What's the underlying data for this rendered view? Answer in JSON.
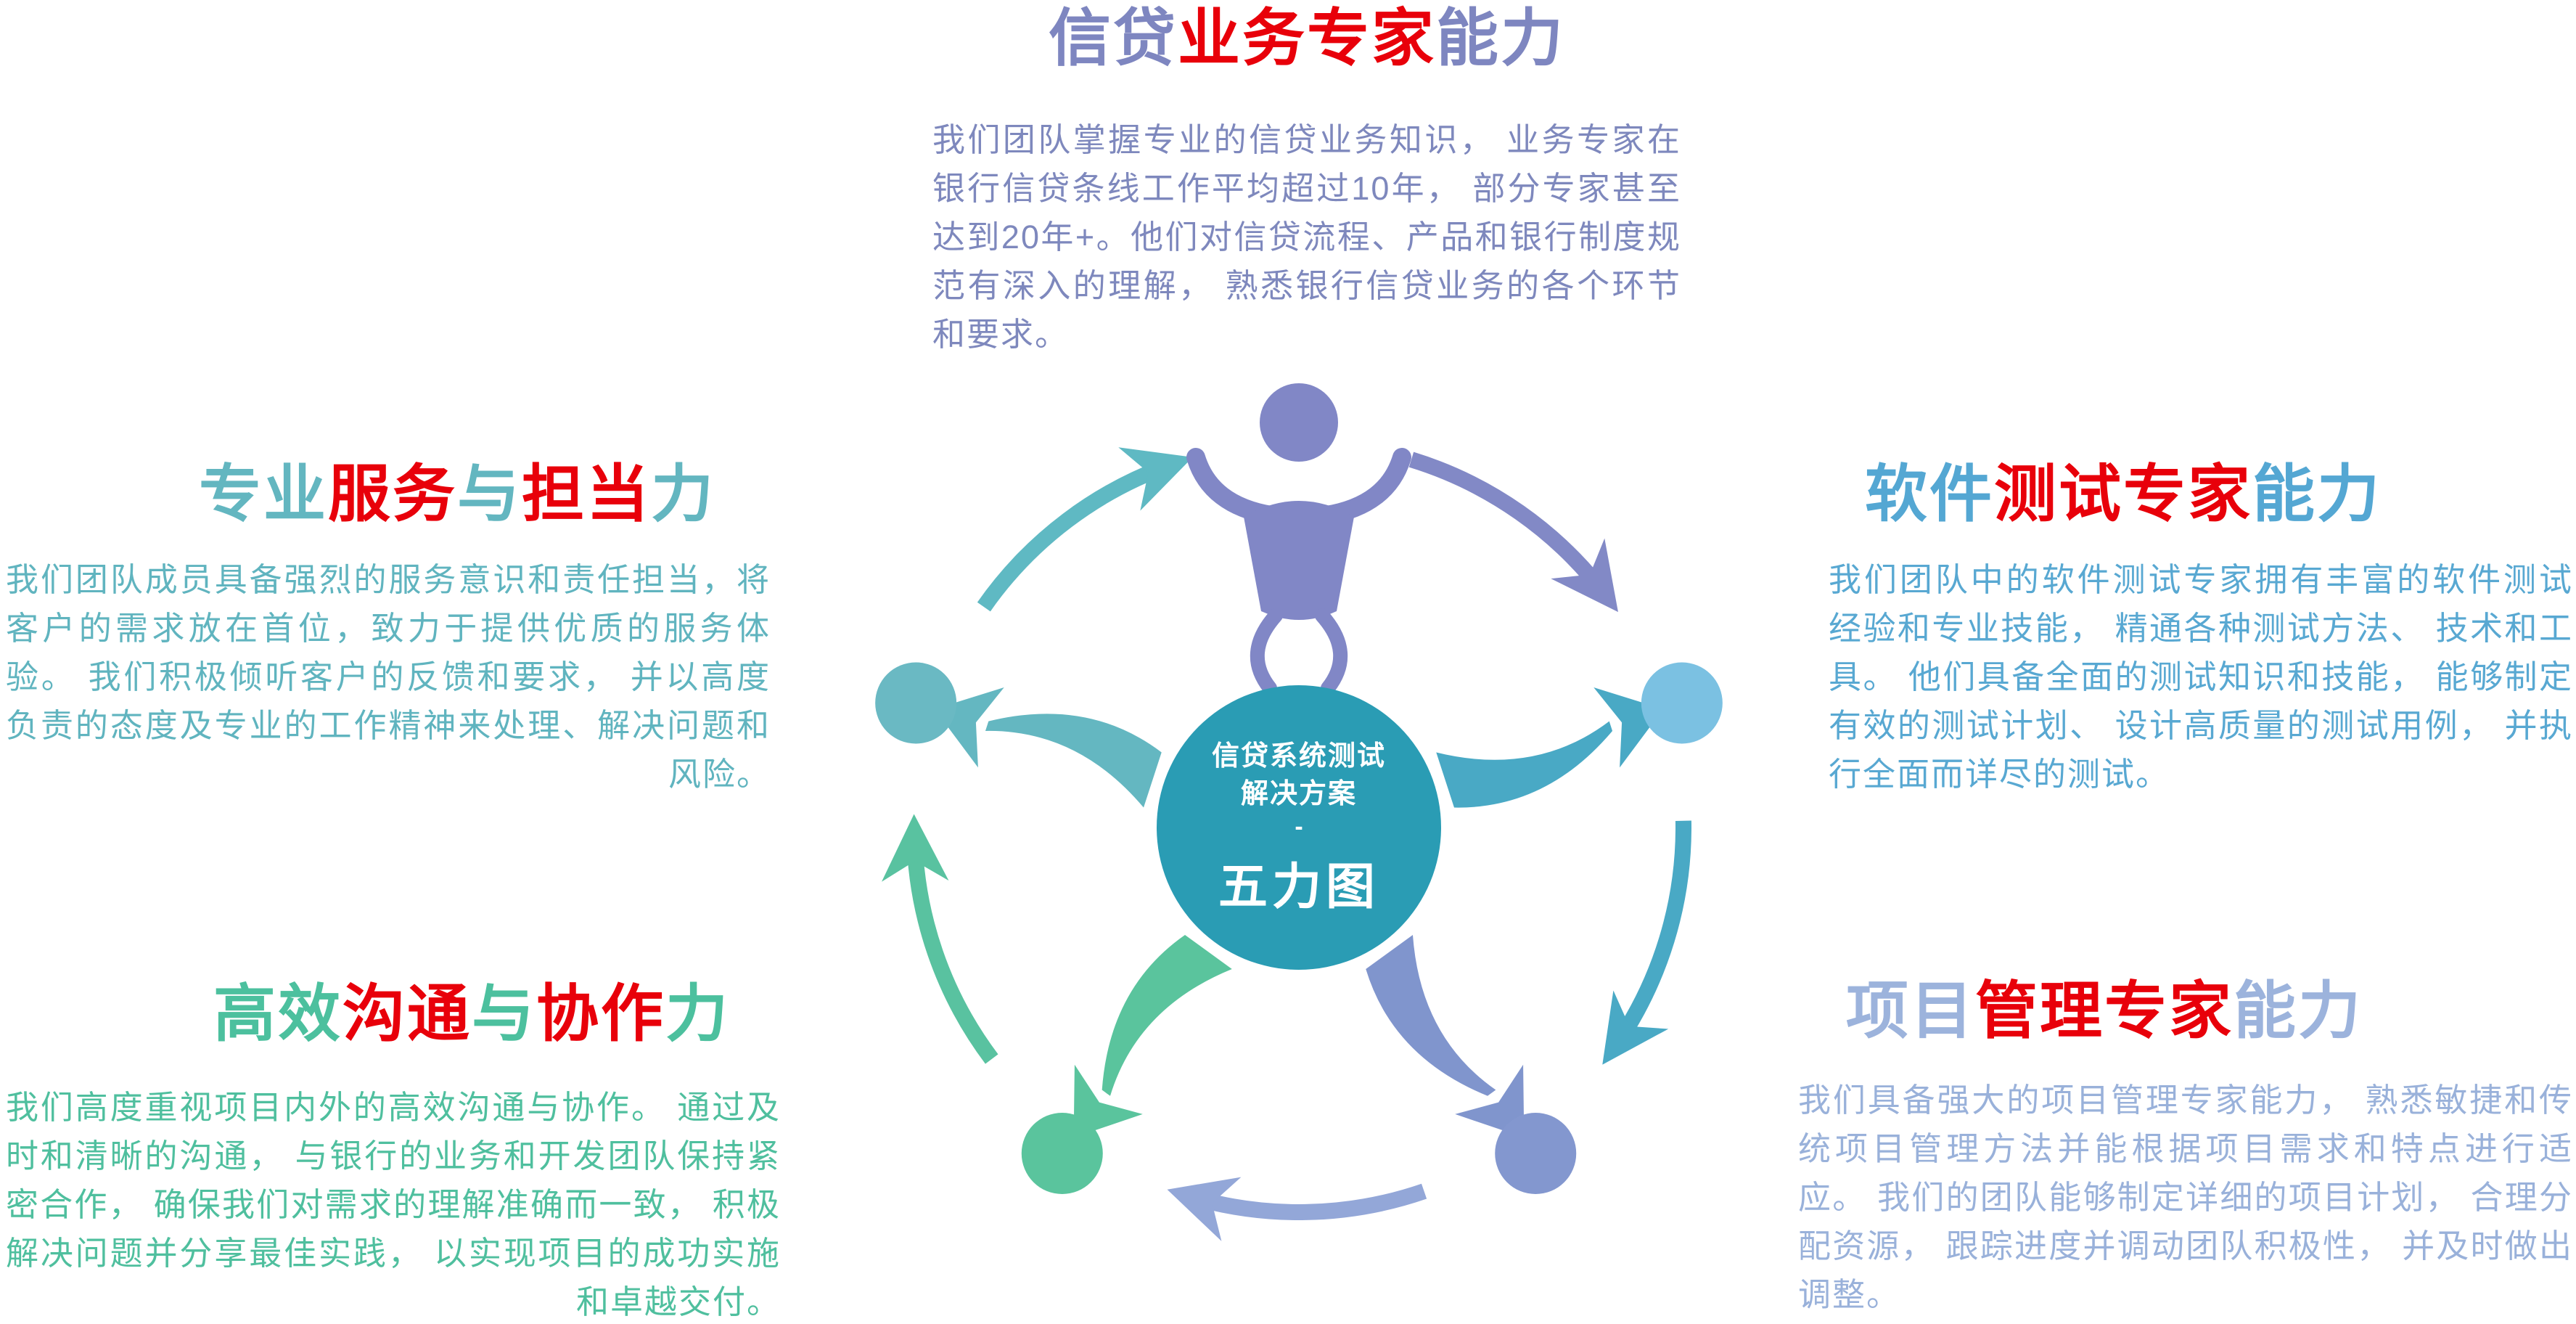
{
  "center": {
    "line1": "信贷系统测试",
    "line2": "解决方案",
    "separator": "-",
    "label": "五力图",
    "bg": "#2a9cb4",
    "text_color": "#ffffff"
  },
  "sections": [
    {
      "id": "credit-business",
      "title_segments": [
        {
          "text": "信贷",
          "color": "#7e86c0"
        },
        {
          "text": "业务专家",
          "color": "#e8000a"
        },
        {
          "text": "能力",
          "color": "#7e86c0"
        }
      ],
      "body": "我们团队掌握专业的信贷业务知识， 业务专家在银行信贷条线工作平均超过10年， 部分专家甚至达到20年+。他们对信贷流程、产品和银行制度规范有深入的理解， 熟悉银行信贷业务的各个环节和要求。",
      "body_color": "#7e88bd"
    },
    {
      "id": "service-responsibility",
      "title_segments": [
        {
          "text": "专业",
          "color": "#63b6c0"
        },
        {
          "text": "服务",
          "color": "#e8000a"
        },
        {
          "text": "与",
          "color": "#63b6c0"
        },
        {
          "text": "担当",
          "color": "#e8000a"
        },
        {
          "text": "力",
          "color": "#63b6c0"
        }
      ],
      "body": "我们团队成员具备强烈的服务意识和责任担当，将客户的需求放在首位，致力于提供优质的服务体验。 我们积极倾听客户的反馈和要求， 并以高度负责的态度及专业的工作精神来处理、解决问题和风险。",
      "body_color": "#60b4bf"
    },
    {
      "id": "software-testing",
      "title_segments": [
        {
          "text": "软件",
          "color": "#54a7d3"
        },
        {
          "text": "测试专家",
          "color": "#e8000a"
        },
        {
          "text": "能力",
          "color": "#54a7d3"
        }
      ],
      "body": "我们团队中的软件测试专家拥有丰富的软件测试经验和专业技能， 精通各种测试方法、 技术和工具。 他们具备全面的测试知识和技能， 能够制定有效的测试计划、 设计高质量的测试用例， 并执行全面而详尽的测试。",
      "body_color": "#58a8d2"
    },
    {
      "id": "communication-collaboration",
      "title_segments": [
        {
          "text": "高效",
          "color": "#4cc09e"
        },
        {
          "text": "沟通",
          "color": "#e8000a"
        },
        {
          "text": "与",
          "color": "#4cc09e"
        },
        {
          "text": "协作",
          "color": "#e8000a"
        },
        {
          "text": "力",
          "color": "#4cc09e"
        }
      ],
      "body": "我们高度重视项目内外的高效沟通与协作。 通过及时和清晰的沟通， 与银行的业务和开发团队保持紧密合作， 确保我们对需求的理解准确而一致， 积极解决问题并分享最佳实践， 以实现项目的成功实施和卓越交付。",
      "body_color": "#4fbf9e"
    },
    {
      "id": "project-management",
      "title_segments": [
        {
          "text": "项目",
          "color": "#9cb3dc"
        },
        {
          "text": "管理专家",
          "color": "#e8000a"
        },
        {
          "text": "能力",
          "color": "#9cb3dc"
        }
      ],
      "body": "我们具备强大的项目管理专家能力， 熟悉敏捷和传统项目管理方法并能根据项目需求和特点进行适应。 我们的团队能够制定详细的项目计划， 合理分配资源， 跟踪进度并调动团队积极性， 并及时做出调整。",
      "body_color": "#99b1da"
    }
  ],
  "diagram": {
    "nodes": [
      {
        "id": "top",
        "type": "person",
        "color": "#8187c6"
      },
      {
        "id": "right-upper",
        "type": "circle",
        "color": "#7bc1e2"
      },
      {
        "id": "right-lower",
        "type": "circle",
        "color": "#8397cf"
      },
      {
        "id": "left-lower",
        "type": "circle",
        "color": "#5ac49d"
      },
      {
        "id": "left-upper",
        "type": "circle",
        "color": "#6ab9c3"
      }
    ],
    "arcs": [
      {
        "from": "top",
        "to": "right-upper",
        "color": "#8289c6"
      },
      {
        "from": "right-upper",
        "to": "right-lower",
        "color": "#49a9c5"
      },
      {
        "from": "right-lower",
        "to": "left-lower",
        "color": "#93a7d8"
      },
      {
        "from": "left-lower",
        "to": "left-upper",
        "color": "#59c2a0"
      },
      {
        "from": "left-upper",
        "to": "top",
        "color": "#5fb9c3"
      }
    ],
    "swooshes": [
      {
        "to": "right-upper",
        "color": "#49a9c5"
      },
      {
        "to": "right-lower",
        "color": "#8095cd"
      },
      {
        "to": "left-lower",
        "color": "#5ac49d"
      },
      {
        "to": "left-upper",
        "color": "#64b7c1"
      }
    ]
  }
}
